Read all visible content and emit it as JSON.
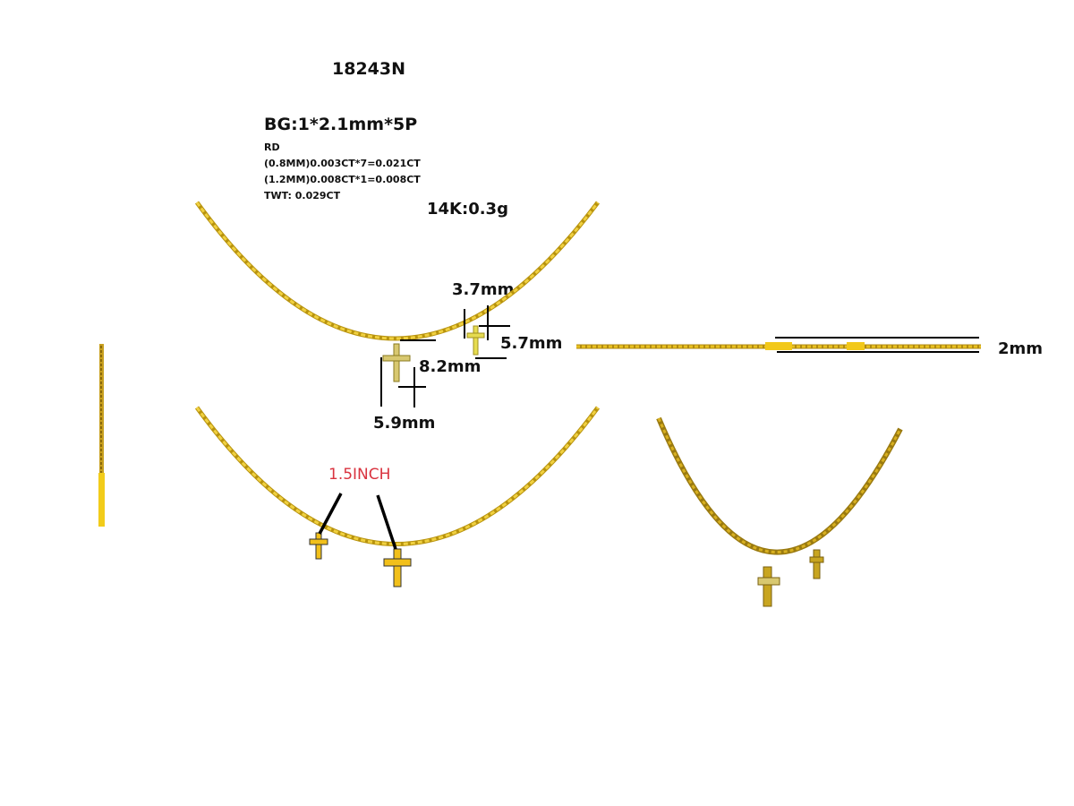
{
  "header": {
    "model_number": "18243N",
    "bg_spec": "BG:1*2.1mm*5P",
    "stone_type": "RD",
    "stone_lines": [
      "(0.8MM)0.003CT*7=0.021CT",
      "(1.2MM)0.008CT*1=0.008CT",
      "TWT:  0.029CT"
    ],
    "metal_weight": "14K:0.3g"
  },
  "dimensions": {
    "small_cross_width": "3.7mm",
    "small_cross_height": "5.7mm",
    "large_cross_height": "8.2mm",
    "large_cross_width": "5.9mm",
    "chain_thickness": "2mm",
    "spacing": "1.5INCH"
  },
  "colors": {
    "gold": "#e8c020",
    "gold_dark": "#b8930e",
    "dimension_line": "#000000",
    "annotation_red": "#d9333f"
  },
  "views": [
    "front-view-top",
    "side-view",
    "top-view",
    "front-view-bottom",
    "perspective-view"
  ]
}
